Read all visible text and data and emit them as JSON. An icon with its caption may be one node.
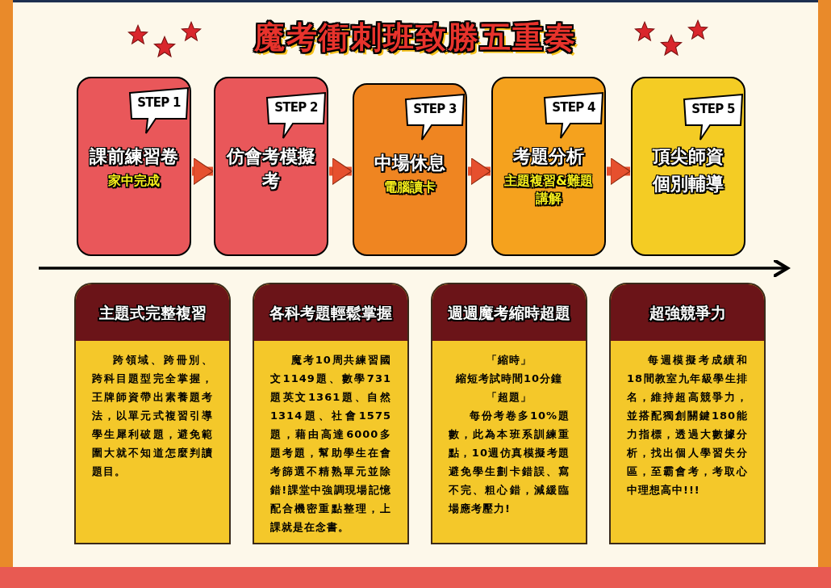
{
  "diagram": {
    "title": "魔考衝刺班致勝五重奏",
    "nodes": [
      {
        "text": [
          "課前練習卷",
          "家中完成"
        ]
      },
      {
        "text": [
          "STEP 1"
        ],
        "in": 0
      },
      {
        "text": [
          "仿會考模擬考"
        ]
      },
      {
        "text": [
          "STEP 2"
        ],
        "in": 2
      },
      {
        "text": [
          "中場休息",
          "電腦讀卡"
        ]
      },
      {
        "text": [
          "STEP 3"
        ],
        "in": 4
      },
      {
        "text": [
          "考題分析",
          "主題複習&難題講解"
        ]
      },
      {
        "text": [
          "STEP 4"
        ],
        "in": 6
      },
      {
        "text": [
          "頂尖師資",
          "個別輔導"
        ]
      },
      {
        "text": [
          "STEP 5"
        ],
        "in": 8
      },
      {
        "text": [
          "**主題式**完整複習",
          "跨領域、跨冊別、跨科目題型完全掌握，王牌師資帶出素養題考法，以**單元式複習引導**學生犀利破題，避免範圍大就不知道怎麼判讀題目。"
        ]
      },
      {
        "text": [
          "**各科考題**輕鬆掌握",
          "魔考10周共練習國文1149題、數學731題英文1361題、自然1314題、社會1575題，藉由高達6000多題考題，幫助學生在會考篩選不精熟單元並除錯!課堂中強調**現場記憶**配合機密重點整理，上課就是在念書。"
        ]
      },
      {
        "text": [
          "**週週**魔考**縮時**超題",
          "「縮時」",
          "縮短考試時間10分鐘",
          "「超題」",
          "每份考卷多10%題數，此為本班系訓練重點，10週仿真模擬考題避免學生劃卡錯誤、寫不完、粗心錯，減緩臨場應考壓力!"
        ]
      },
      {
        "text": [
          "超強競爭力",
          "每週模擬考成績和18間教室九年級學生排名，維持超高競爭力，並搭配獨創**關鍵180能力指標**，透過大數據分析，找出個人學習失分區，至霸會考，考取心中理想高中!!!"
        ]
      }
    ],
    "edges": [
      {
        "from": 0,
        "to": 2,
        "arrow": "to"
      },
      {
        "from": 2,
        "to": 4,
        "arrow": "to"
      },
      {
        "from": 4,
        "to": 6,
        "arrow": "to"
      },
      {
        "from": 6,
        "to": 8,
        "arrow": "to"
      }
    ]
  }
}
